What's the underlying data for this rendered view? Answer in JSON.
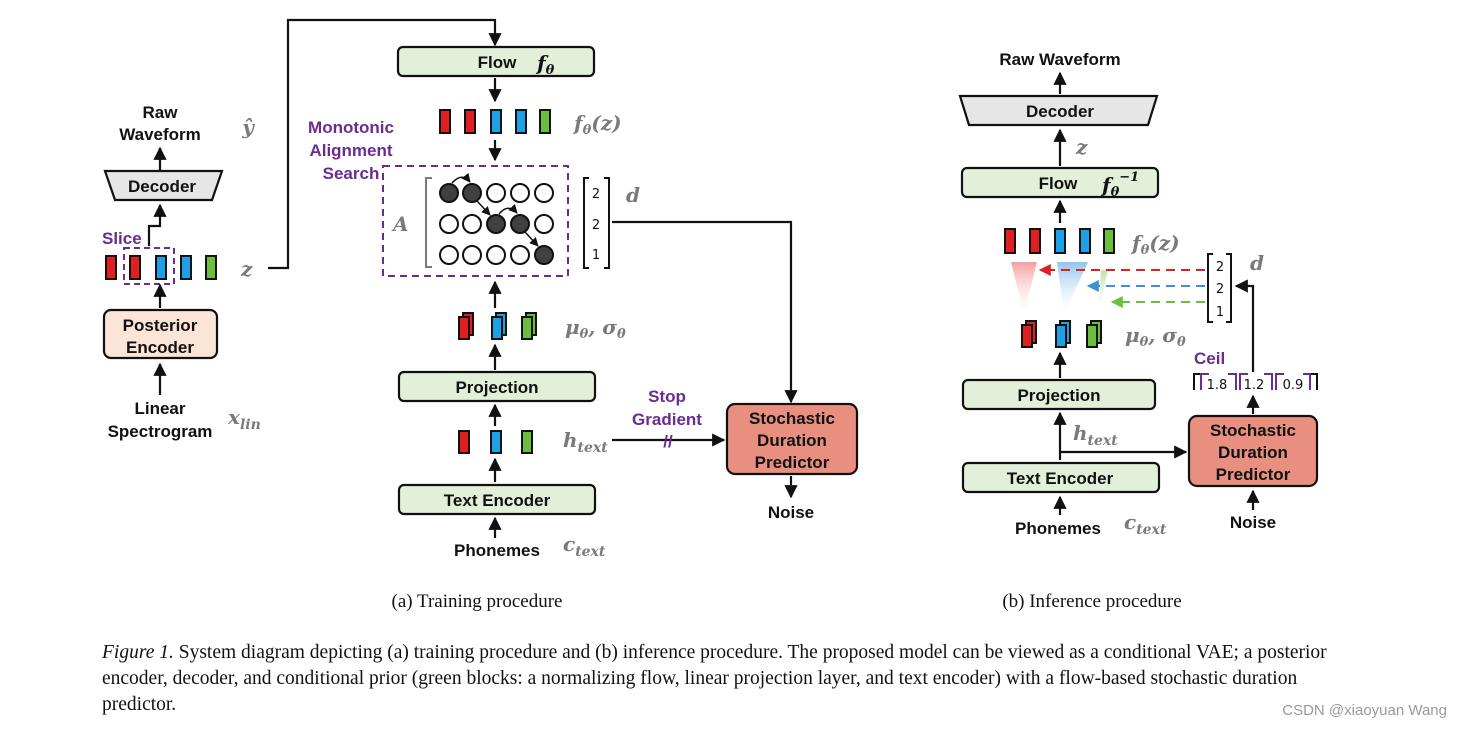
{
  "training": {
    "raw_waveform_line1": "Raw",
    "raw_waveform_line2": "Waveform",
    "y_hat": "ŷ",
    "decoder": "Decoder",
    "slice": "Slice",
    "z": "z",
    "posterior_encoder_line1": "Posterior",
    "posterior_encoder_line2": "Encoder",
    "linear_line1": "Linear",
    "linear_line2": "Spectrogram",
    "x_lin": "x",
    "x_lin_sub": "lin",
    "flow": "Flow",
    "f_theta": "f",
    "f_theta_sub": "θ",
    "f_theta_z": "f",
    "f_theta_z_sub": "θ",
    "f_theta_z_arg": "(z)",
    "mas_line1": "Monotonic",
    "mas_line2": "Alignment",
    "mas_line3": "Search",
    "A": "A",
    "d": "d",
    "durations": [
      "2",
      "2",
      "1"
    ],
    "mu_sigma": "μ",
    "mu_sub": "θ",
    "sigma": ", σ",
    "sigma_sub": "θ",
    "projection": "Projection",
    "h_text": "h",
    "h_text_sub": "text",
    "stop_line1": "Stop",
    "stop_line2": "Gradient",
    "stop_mark": "//",
    "sdp_line1": "Stochastic",
    "sdp_line2": "Duration",
    "sdp_line3": "Predictor",
    "noise": "Noise",
    "text_encoder": "Text Encoder",
    "phonemes": "Phonemes",
    "c_text": "c",
    "c_text_sub": "text",
    "caption": "(a) Training procedure"
  },
  "inference": {
    "raw_waveform": "Raw Waveform",
    "decoder": "Decoder",
    "z": "z",
    "flow": "Flow",
    "f_inv": "f",
    "f_inv_sub": "θ",
    "f_inv_sup": "−1",
    "f_theta_z": "f",
    "f_theta_z_sub": "θ",
    "f_theta_z_arg": "(z)",
    "d": "d",
    "durations": [
      "2",
      "2",
      "1"
    ],
    "mu_sigma": "μ",
    "mu_sub": "θ",
    "sigma": ", σ",
    "sigma_sub": "θ",
    "ceil": "Ceil",
    "ceil_values": [
      "1.8",
      "1.2",
      "0.9"
    ],
    "projection": "Projection",
    "h_text": "h",
    "h_text_sub": "text",
    "sdp_line1": "Stochastic",
    "sdp_line2": "Duration",
    "sdp_line3": "Predictor",
    "text_encoder": "Text Encoder",
    "phonemes": "Phonemes",
    "c_text": "c",
    "c_text_sub": "text",
    "noise": "Noise",
    "caption": "(b) Inference procedure"
  },
  "figure_caption": {
    "label": "Figure 1.",
    "text": " System diagram depicting (a) training procedure and (b) inference procedure. The proposed model can be viewed as a conditional VAE; a posterior encoder, decoder, and conditional prior (green blocks: a normalizing flow, linear projection layer, and text encoder) with a flow-based stochastic duration predictor."
  },
  "watermark": "CSDN @xiaoyuan Wang",
  "colors": {
    "green_block": "#e2f0d9",
    "peach_block": "#fbe5d6",
    "salmon_block": "#e98f7f",
    "gray_block": "#e6e6e6",
    "red_frame": "#e02020",
    "blue_frame": "#1ea0e6",
    "green_frame": "#6cbf3a",
    "purple": "#6a2c91",
    "dark_circle": "#404040"
  }
}
